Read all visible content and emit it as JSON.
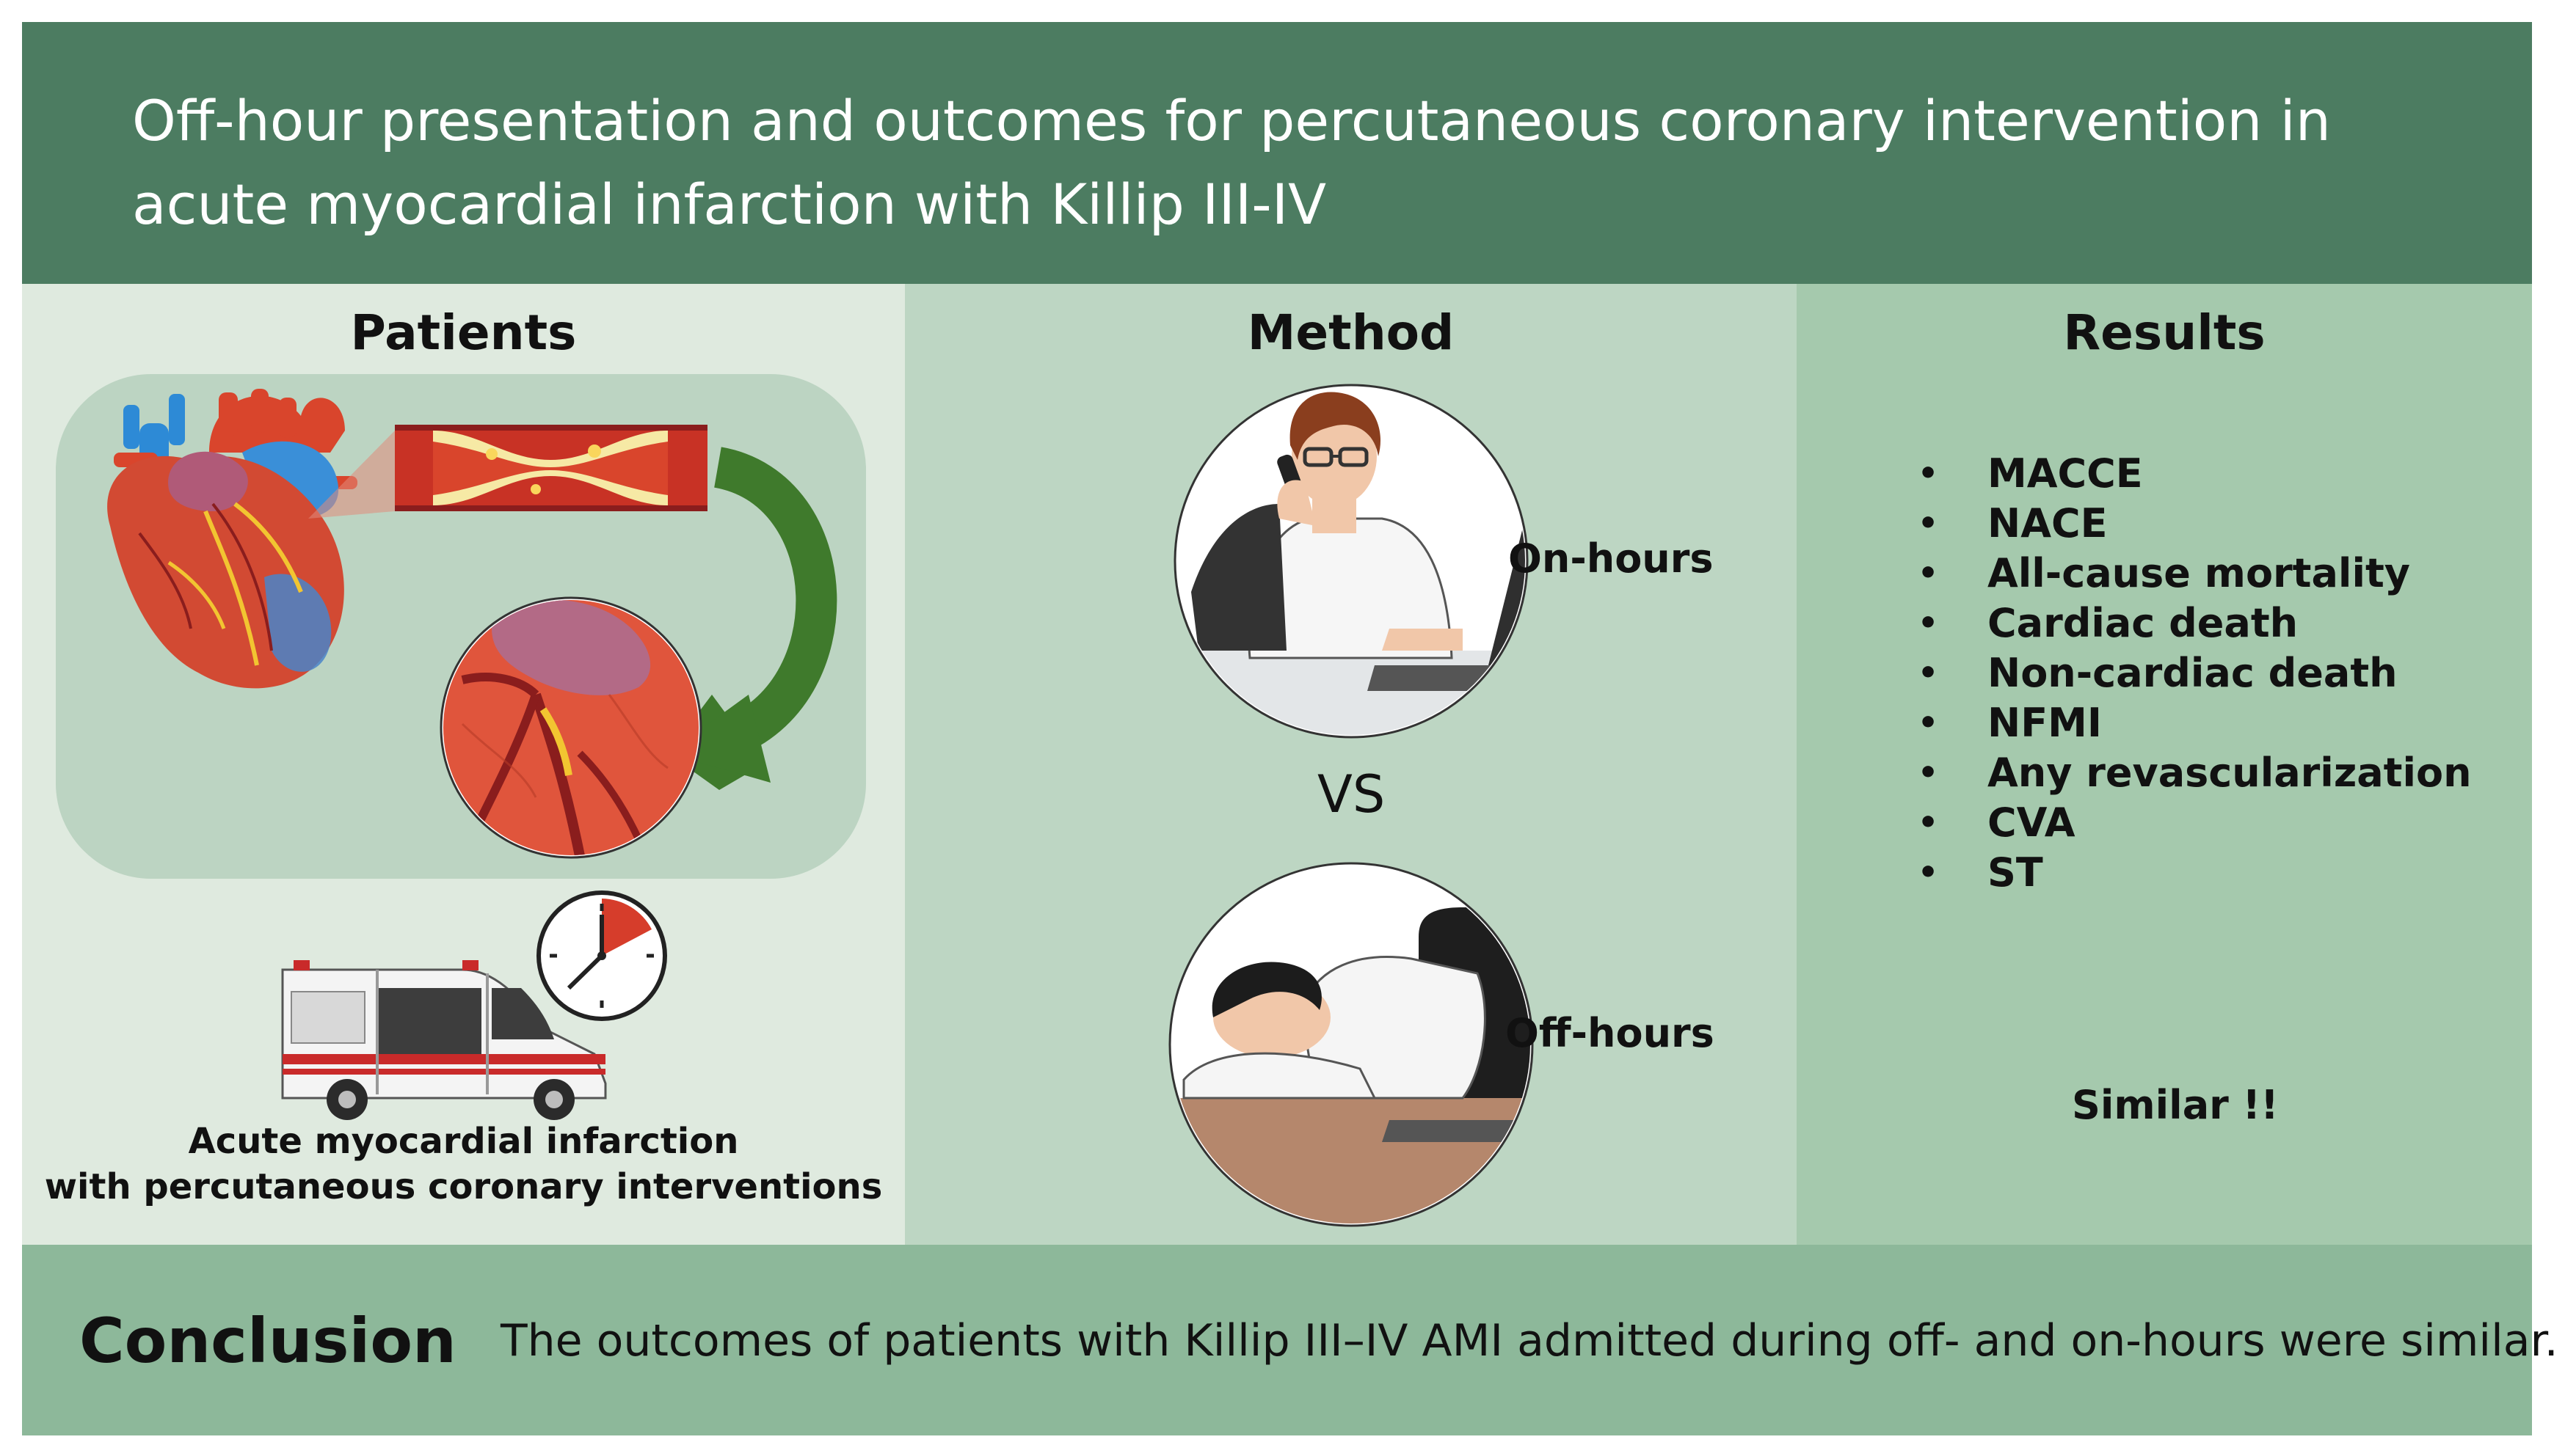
{
  "header": {
    "title_line1": "Off-hour presentation and outcomes for percutaneous coronary intervention in",
    "title_line2": "acute myocardial infarction with Killip III-IV"
  },
  "patients": {
    "heading": "Patients",
    "caption_line1": "Acute myocardial infarction",
    "caption_line2": "with percutaneous coronary interventions"
  },
  "method": {
    "heading": "Method",
    "on_hours_label": "On-hours",
    "vs_label": "VS",
    "off_hours_label": "Off-hours"
  },
  "results": {
    "heading": "Results",
    "items": [
      "MACCE",
      "NACE",
      "All-cause mortality",
      "Cardiac death",
      "Non-cardiac death",
      "NFMI",
      "Any revascularization",
      "CVA",
      "ST"
    ],
    "summary": "Similar !!"
  },
  "conclusion": {
    "title": "Conclusion",
    "text": "The outcomes of patients with Killip III–IV AMI admitted during off- and on-hours were similar."
  },
  "colors": {
    "header_bg": "#4c7c61",
    "patients_bg": "#dfeadf",
    "method_bg": "#bdd6c3",
    "results_bg": "#a5c9ad",
    "conclusion_bg": "#8db89a",
    "arrow": "#3f7a2c",
    "heart_red": "#d9452c"
  },
  "icons": [
    "heart-icon",
    "artery-icon",
    "curved-arrow-icon",
    "zoomed-heart-icon",
    "ambulance-icon",
    "clock-icon",
    "doctor-on-phone-icon",
    "doctor-sleeping-icon"
  ]
}
